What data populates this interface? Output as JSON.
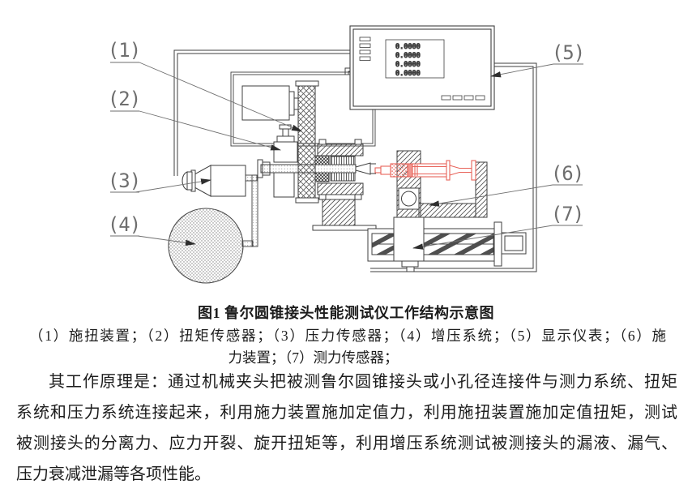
{
  "figure": {
    "caption": "图1 鲁尔圆锥接头性能测试仪工作结构示意图",
    "legend_lines": {
      "l1": "（1）施扭装置；（2）扭矩传感器；（3）压力传感器；（4）增压系统；（5）显示仪表；（6）施",
      "l2": "力装置；（7）测力传感器；"
    },
    "callouts": [
      "(1)",
      "(2)",
      "(3)",
      "(4)",
      "(5)",
      "(6)",
      "(7)"
    ],
    "display": {
      "readings": [
        "0.0000",
        "0.0000",
        "0.0000",
        "0.0000"
      ]
    }
  },
  "paragraph": {
    "lines": {
      "l1": "其工作原理是：通过机械夹头把被测鲁尔圆锥接头或小孔径连接件与测力系统、扭矩",
      "l2": "系统和压力系统连接起来，利用施力装置施加定值力，利用施扭装置施加定值扭矩，测试",
      "l3": "被测接头的分离力、应力开裂、旋开扭矩等，利用增压系统测试被测接头的漏液、漏气、",
      "l4": "压力衰减泄漏等各项性能。"
    }
  },
  "colors": {
    "line": "#3f3f3f",
    "label": "#6e6e6e",
    "accent_red": "#e8635a"
  }
}
